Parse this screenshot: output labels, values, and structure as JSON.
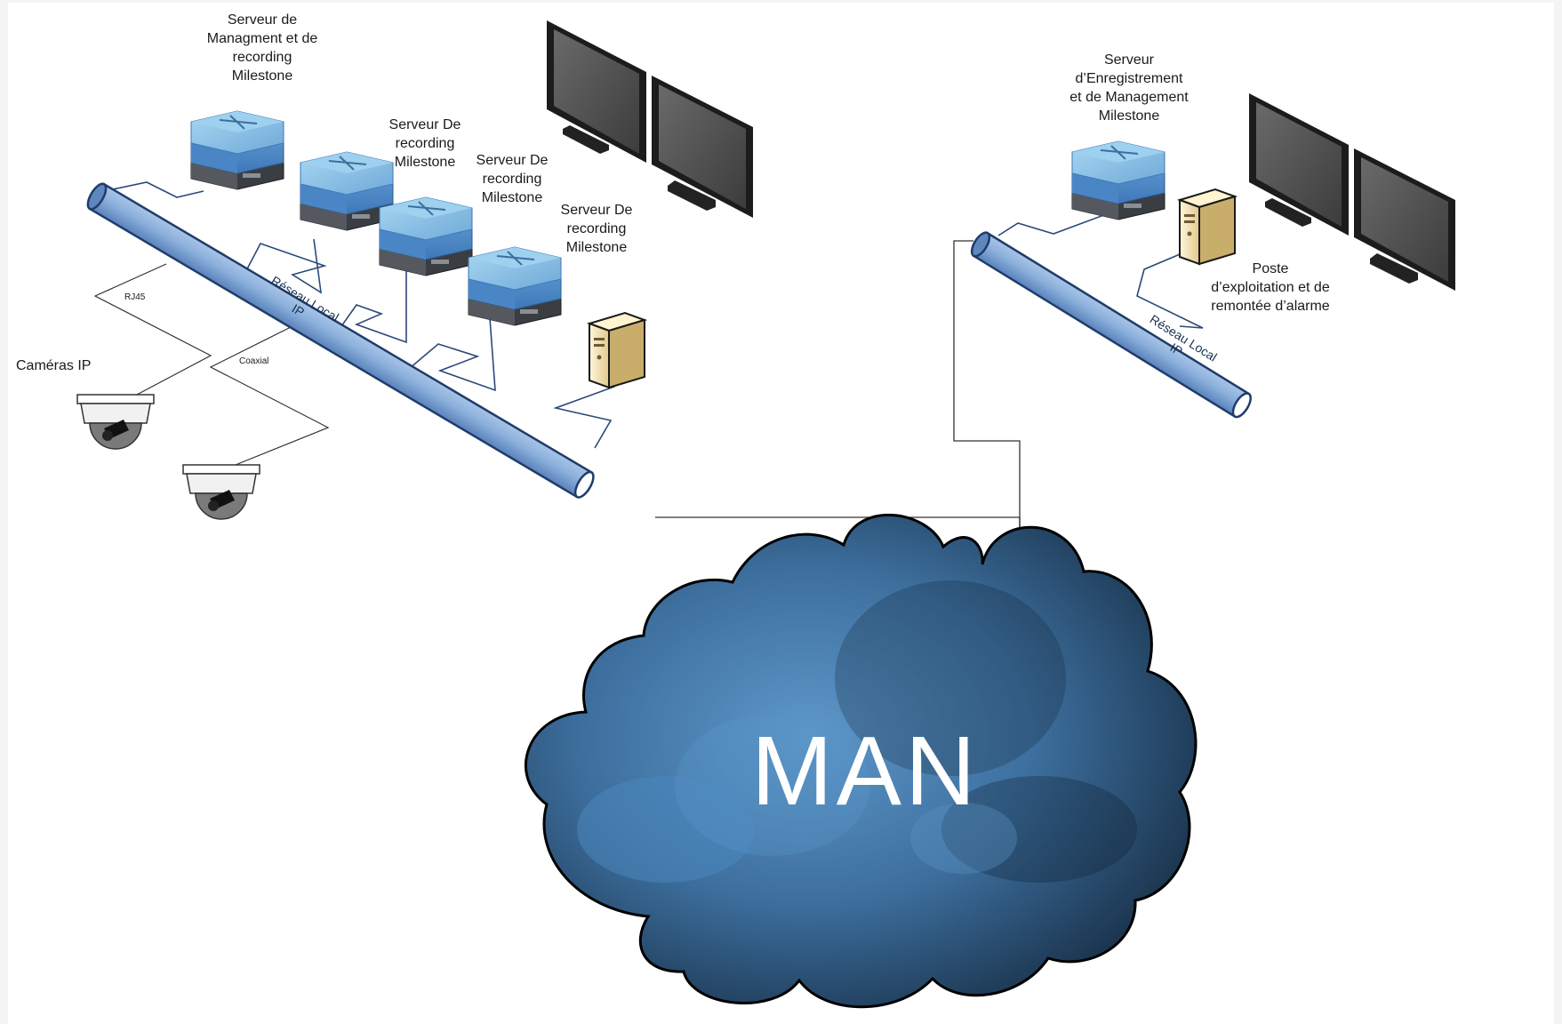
{
  "labels": {
    "server_main_left": "Serveur de\nManagment et de\nrecording\nMilestone",
    "server_rec_1": "Serveur De\nrecording\nMilestone",
    "server_rec_2": "Serveur De\nrecording\nMilestone",
    "server_rec_3": "Serveur De\nrecording\nMilestone",
    "server_main_right": "Serveur\nd’Enregistrement\net de Management\nMilestone",
    "workstation_right": "Poste\nd’exploitation et de\nremontée d’alarme",
    "cameras": "Caméras IP",
    "rj45": "RJ45",
    "coaxial": "Coaxial",
    "lan_left": "Réseau Local\nIP",
    "lan_right": "Réseau Local\nIP",
    "man": "MAN"
  },
  "icons": {
    "milestone_server": "server-stack-icon",
    "workstation": "tower-pc-icon",
    "monitor": "monitor-icon",
    "camera": "dome-camera-icon",
    "cloud": "cloud-icon"
  },
  "colors": {
    "pipe": "#7fa3d2",
    "pipe_dark": "#1f3c6b",
    "server_top": "#7dbde6",
    "cloud_dark": "#0f2438",
    "cloud_light": "#4d86b8",
    "link_line": "#2b4a7a"
  }
}
